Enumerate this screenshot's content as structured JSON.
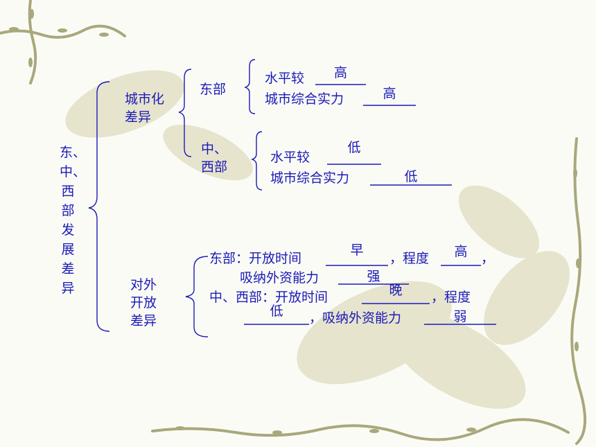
{
  "colors": {
    "text": "#1a1ab8",
    "vine": "#a8a87c",
    "leaf": "#d9d5b8"
  },
  "root": "东、中、西部发展差异",
  "urban": {
    "heading": "城市化\n差异",
    "east": {
      "heading": "东部",
      "line1": "水平较",
      "answer1": "高",
      "line2": "城市综合实力",
      "answer2": "高"
    },
    "midwest": {
      "heading": "中、\n西部",
      "line1": "水平较",
      "answer1": "低",
      "line2": "城市综合实力",
      "answer2": "低"
    }
  },
  "opening": {
    "heading": "对外\n开放\n差异",
    "east_line1a": "东部：开放时间",
    "east_line1b": "，程度",
    "east_line1c": "，",
    "east_line2": "吸纳外资能力",
    "east_time": "早",
    "east_degree": "高",
    "east_capital": "强",
    "mw_line1a": "中、西部：开放时间",
    "mw_line1b": "，程度",
    "mw_line2": "，吸纳外资能力",
    "mw_time": "晚",
    "mw_degree": "低",
    "mw_capital": "弱"
  }
}
